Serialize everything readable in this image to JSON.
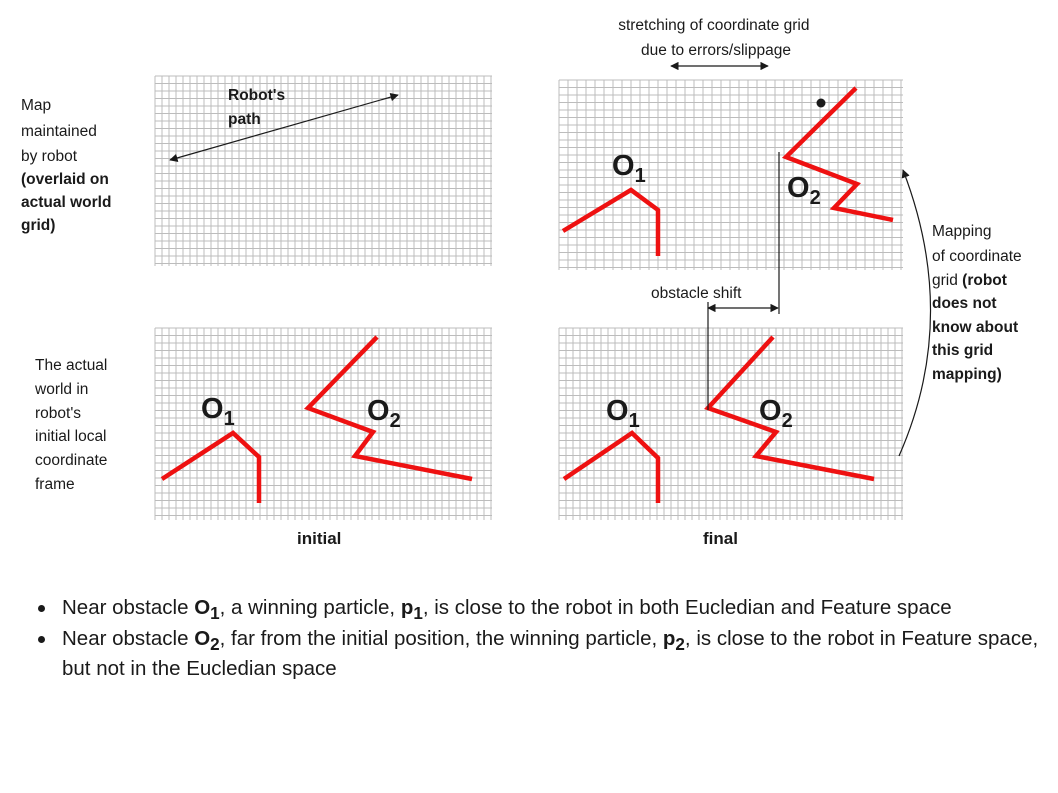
{
  "labels": {
    "map_note": [
      "Map",
      "maintained",
      "by robot"
    ],
    "map_note_bold": [
      "(overlaid on",
      "actual world",
      "grid)"
    ],
    "robot_path": [
      "Robot's",
      "path"
    ],
    "actual_world": [
      "The actual",
      "world in",
      "robot's",
      "initial local",
      "coordinate",
      "frame"
    ],
    "stretching": [
      "stretching of coordinate grid",
      "due to errors/slippage"
    ],
    "mapping_plain": [
      "Mapping",
      "of coordinate",
      "grid "
    ],
    "mapping_bold_first": "(robot",
    "mapping_bold": [
      "does not",
      "know about",
      "this grid",
      "mapping)"
    ],
    "obstacle_shift": "obstacle shift",
    "initial": "initial",
    "final": "final",
    "obstacle_letter": "O",
    "sub_1": "1",
    "sub_2": "2"
  },
  "colors": {
    "grid": "#bcbcbc",
    "obstacle": "#ee1111",
    "ink": "#1a1a1a"
  },
  "bullets": [
    {
      "pre": "Near obstacle ",
      "b1": "O",
      "b1_sub": "1",
      "mid": ", a winning particle, ",
      "b2": "p",
      "b2_sub": "1",
      "post": ", is close to the robot in both Eucledian and Feature space"
    },
    {
      "pre": "Near obstacle ",
      "b1": "O",
      "b1_sub": "2",
      "mid": ", far from the initial position, the winning particle, ",
      "b2": "p",
      "b2_sub": "2",
      "post": ", is close to the robot in Feature space, but not in the Eucledian space"
    }
  ]
}
